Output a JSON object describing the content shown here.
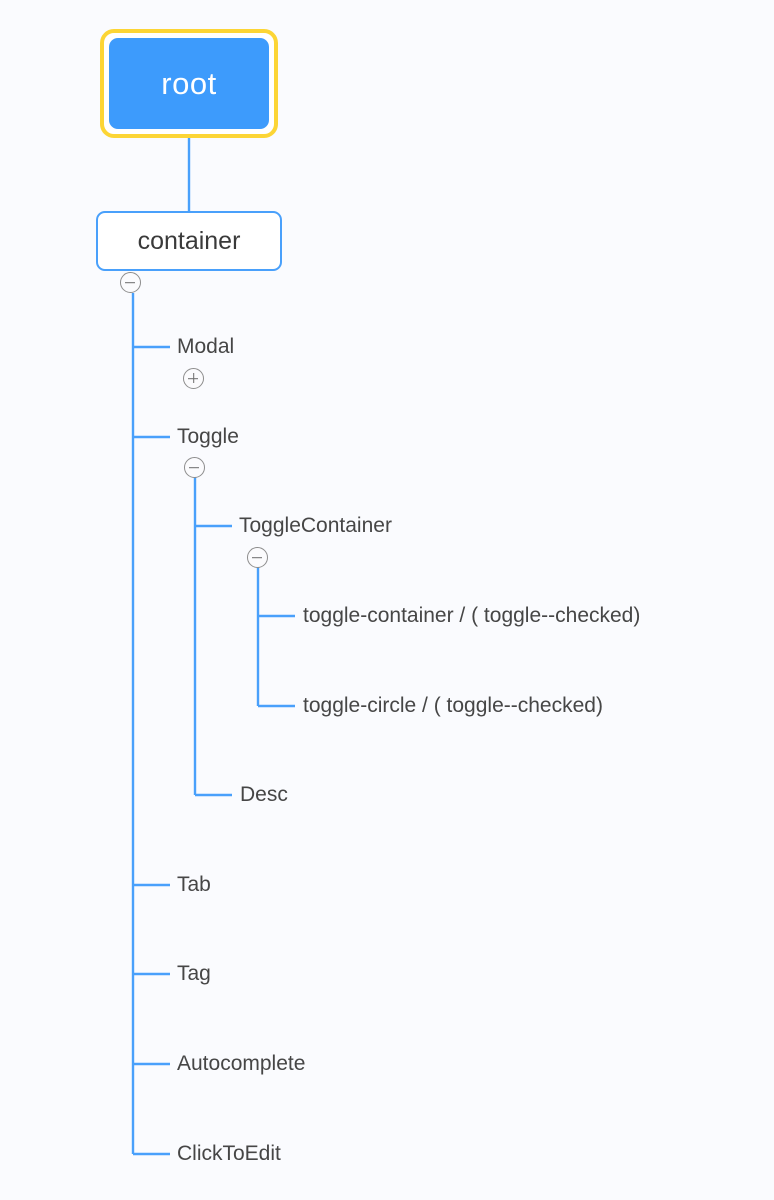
{
  "diagram": {
    "type": "component-tree",
    "background_color": "#fafbfe",
    "link_color": "#49a0fb",
    "root_highlight_color": "#fcd535",
    "root_fill_color": "#3d9bfc",
    "toggle_icon_color": "#8d8d8d"
  },
  "nodes": {
    "root": {
      "label": "root",
      "toggle": "none",
      "selected": true
    },
    "container": {
      "label": "container",
      "toggle": "minus",
      "toggle_icon_name": "collapse-minus-icon"
    },
    "modal": {
      "label": "Modal",
      "toggle": "plus",
      "toggle_icon_name": "expand-plus-icon"
    },
    "toggle": {
      "label": "Toggle",
      "toggle": "minus",
      "toggle_icon_name": "collapse-minus-icon"
    },
    "toggle_container": {
      "label": "ToggleContainer",
      "toggle": "minus",
      "toggle_icon_name": "collapse-minus-icon"
    },
    "toggle_container_class": {
      "label": "toggle-container / ( toggle--checked)",
      "toggle": "none"
    },
    "toggle_circle_class": {
      "label": "toggle-circle / ( toggle--checked)",
      "toggle": "none"
    },
    "desc": {
      "label": "Desc",
      "toggle": "none"
    },
    "tab": {
      "label": "Tab",
      "toggle": "none"
    },
    "tag": {
      "label": "Tag",
      "toggle": "none"
    },
    "autocomplete": {
      "label": "Autocomplete",
      "toggle": "none"
    },
    "click_to_edit": {
      "label": "ClickToEdit",
      "toggle": "none"
    }
  }
}
